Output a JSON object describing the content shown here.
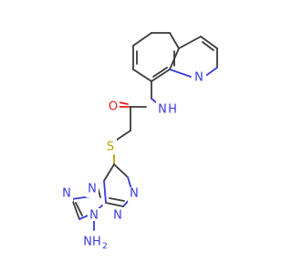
{
  "molecule": {
    "atoms": [
      {
        "id": "O",
        "label": "O",
        "color": "#e02020"
      },
      {
        "id": "NH",
        "label": "N",
        "sub": "H",
        "color": "#3b3bdc"
      },
      {
        "id": "S",
        "label": "S",
        "color": "#b8a400"
      },
      {
        "id": "Nq",
        "label": "N",
        "color": "#3b3bdc"
      },
      {
        "id": "N1",
        "label": "N",
        "color": "#3b3bdc"
      },
      {
        "id": "N2",
        "label": "N",
        "color": "#3b3bdc"
      },
      {
        "id": "N3",
        "label": "N",
        "color": "#3b3bdc"
      },
      {
        "id": "N4",
        "label": "N",
        "color": "#3b3bdc"
      },
      {
        "id": "N5",
        "label": "N",
        "color": "#3b3bdc"
      },
      {
        "id": "NH2",
        "label": "NH",
        "sub": "2",
        "color": "#3b3bdc"
      }
    ]
  }
}
